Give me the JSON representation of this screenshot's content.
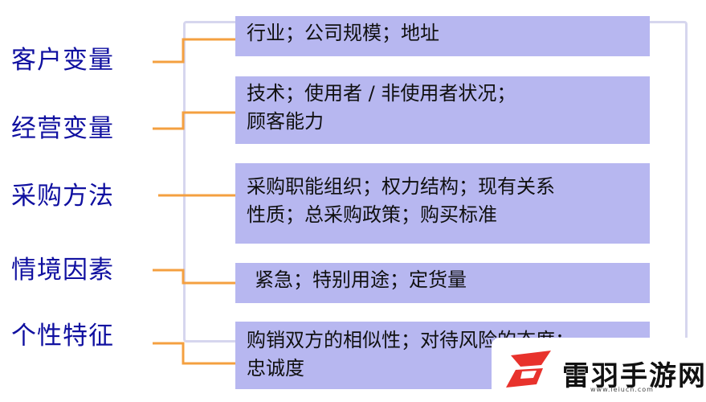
{
  "labels": [
    "客户变量",
    "经营变量",
    "采购方法",
    "情境因素",
    "个性特征"
  ],
  "boxes": [
    [
      "行业；公司规模；地址"
    ],
    [
      "技术；使用者 / 非使用者状况；",
      "顾客能力"
    ],
    [
      "采购职能组织；权力结构；现有关系",
      "性质；总采购政策；购买标准"
    ],
    [
      "紧急；特别用途；定货量"
    ],
    [
      "购销双方的相似性；对待风险的态度；",
      "忠诚度"
    ]
  ],
  "watermark": {
    "name": "雷羽手游网",
    "url": "www.leiucn.com"
  },
  "colors": {
    "label": "#1010a0",
    "box": "#b7b7f0",
    "connector": "#f4a040",
    "frame": "#d6d6ee"
  }
}
